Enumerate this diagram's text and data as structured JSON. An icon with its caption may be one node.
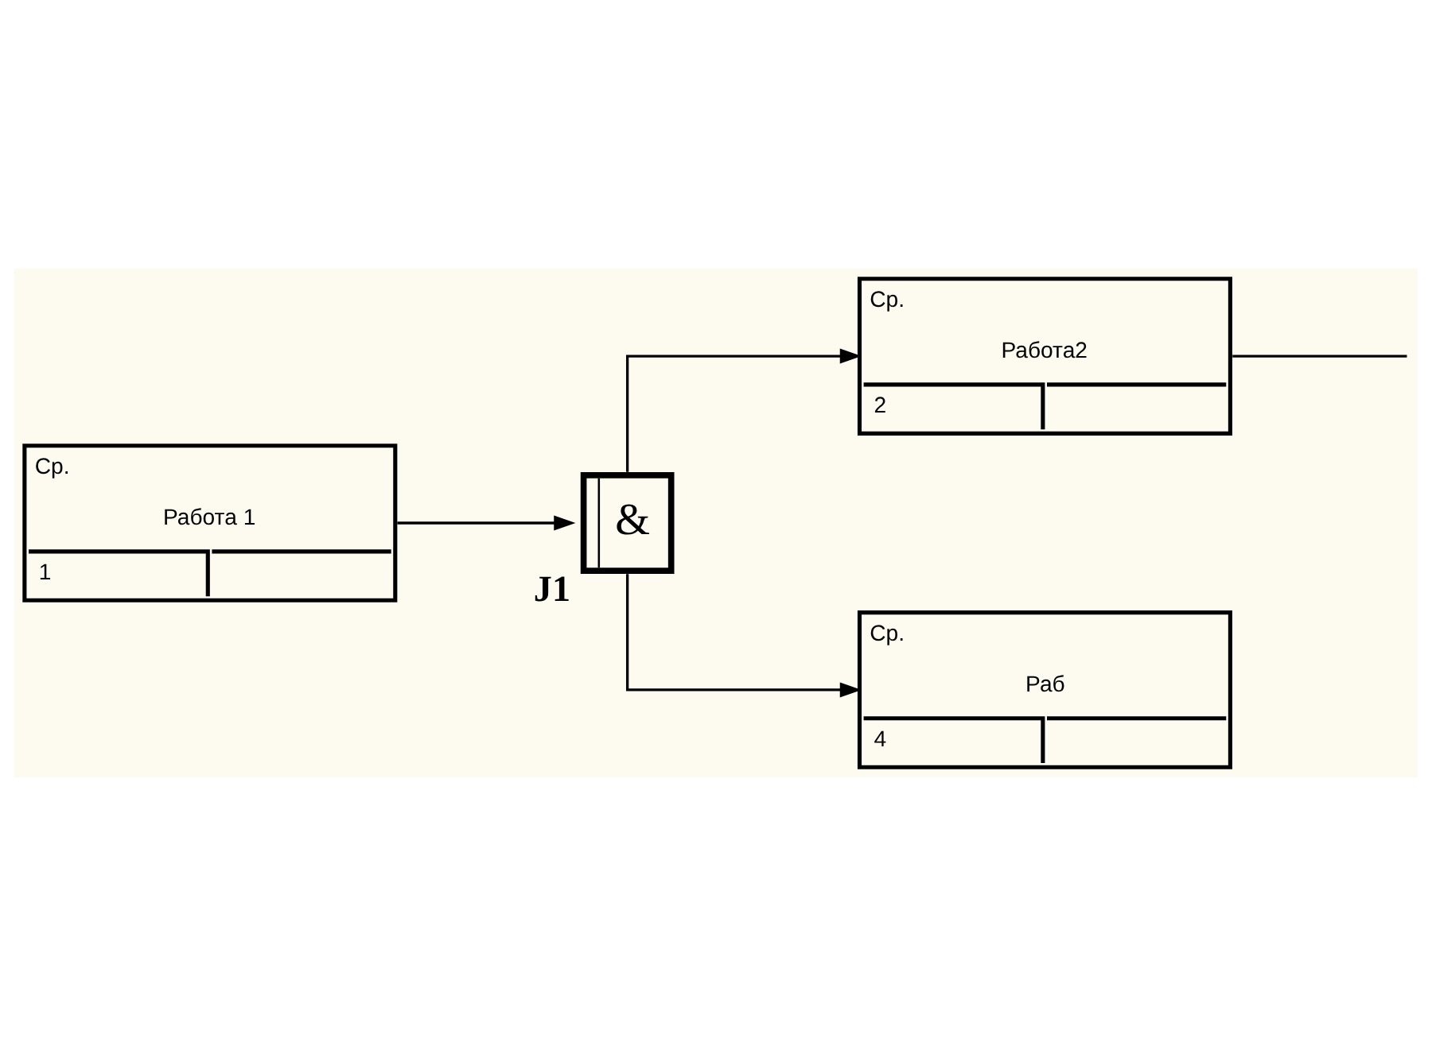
{
  "diagram": {
    "nodes": [
      {
        "text": [
          "Ср.",
          "Работа 1",
          "1"
        ]
      },
      {
        "text": [
          "&"
        ],
        "beside": [
          "J1"
        ]
      },
      {
        "text": [
          "Ср.",
          "Работа2",
          "2"
        ]
      },
      {
        "text": [
          "Ср.",
          "Раб",
          "4"
        ]
      }
    ],
    "edges": [
      {
        "from": 0,
        "to": 1,
        "arrow": "to"
      },
      {
        "from": 1,
        "to": 2,
        "arrow": "to"
      },
      {
        "from": 1,
        "to": 3,
        "arrow": "to"
      },
      {
        "from": 2,
        "to": null,
        "arrow": "none"
      }
    ]
  }
}
